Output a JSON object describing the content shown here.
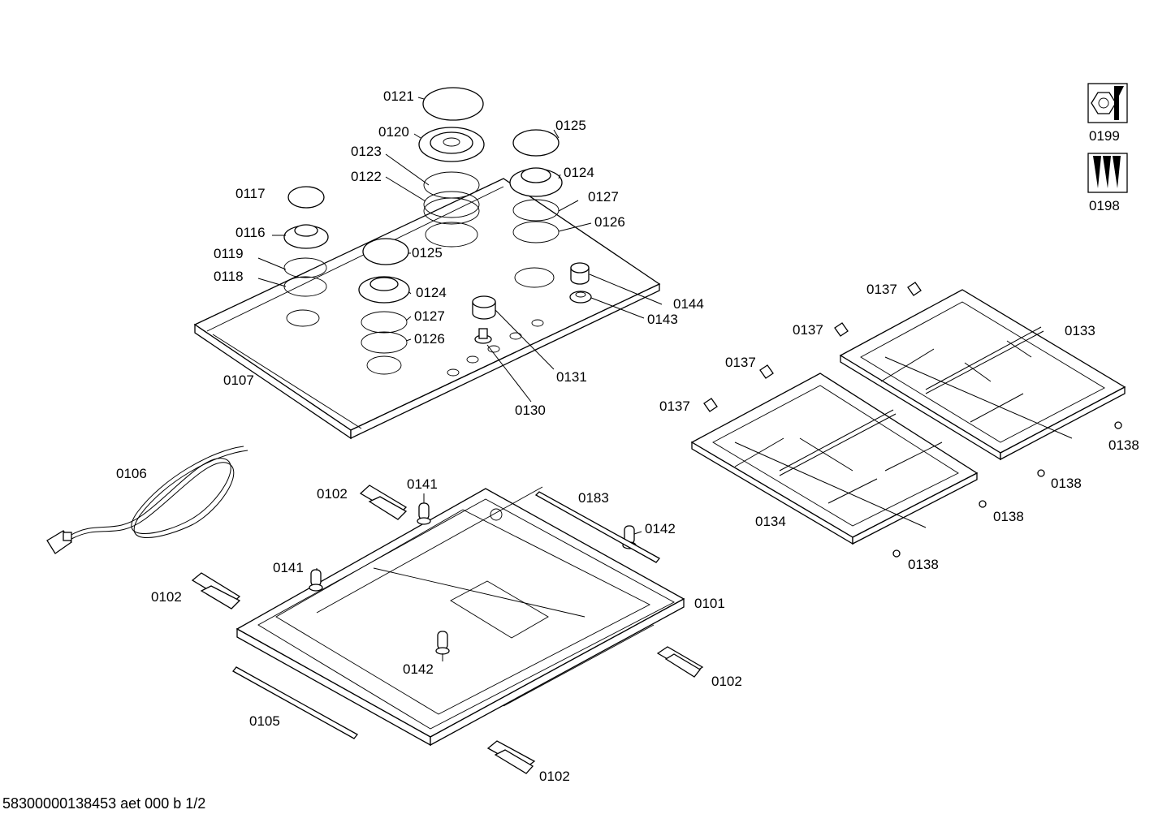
{
  "document_id": "58300000138453 aet 000 b 1/2",
  "icons": {
    "tool": {
      "label": "0199",
      "name": "wrench-nut-icon"
    },
    "screws": {
      "label": "0198",
      "name": "screws-icon"
    }
  },
  "labels": {
    "p0121": "0121",
    "p0120": "0120",
    "p0123": "0123",
    "p0122": "0122",
    "p0125a": "0125",
    "p0124a": "0124",
    "p0127a": "0127",
    "p0126a": "0126",
    "p0117": "0117",
    "p0116": "0116",
    "p0119": "0119",
    "p0118": "0118",
    "p0125b": "0125",
    "p0124b": "0124",
    "p0127b": "0127",
    "p0126b": "0126",
    "p0144": "0144",
    "p0143": "0143",
    "p0131": "0131",
    "p0130": "0130",
    "p0107": "0107",
    "p0106": "0106",
    "p0102a": "0102",
    "p0141a": "0141",
    "p0183": "0183",
    "p0142a": "0142",
    "p0141b": "0141",
    "p0102b": "0102",
    "p0101": "0101",
    "p0142b": "0142",
    "p0102c": "0102",
    "p0105": "0105",
    "p0102d": "0102",
    "p0137a": "0137",
    "p0137b": "0137",
    "p0137c": "0137",
    "p0137d": "0137",
    "p0133": "0133",
    "p0134": "0134",
    "p0138a": "0138",
    "p0138b": "0138",
    "p0138c": "0138",
    "p0138d": "0138"
  }
}
